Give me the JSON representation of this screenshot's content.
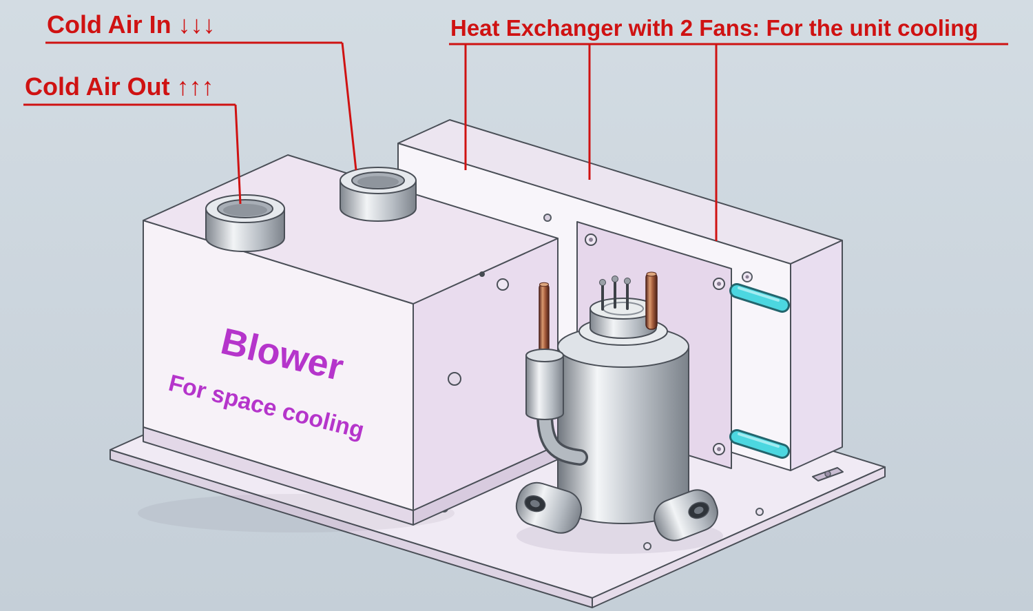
{
  "diagram": {
    "type": "annotated-3d-technical-illustration",
    "subject": "compact cooling unit (blower, heat exchanger, compressor) on base plate"
  },
  "annotations": {
    "cold_air_in": "Cold Air In ↓↓↓",
    "cold_air_out": "Cold Air Out ↑↑↑",
    "heat_exchanger": "Heat Exchanger with 2 Fans: For the unit cooling"
  },
  "machine": {
    "blower": {
      "title": "Blower",
      "subtitle": "For space cooling"
    }
  },
  "colors": {
    "annotation_red": "#cf1212",
    "blower_text_purple": "#b535cb",
    "panel_lavender": "#e6d7eb",
    "box_lavender_top": "#eee4f1",
    "pipe_cyan": "#4cd7e0",
    "pipe_copper": "#a85f3e",
    "metal_gray": "#9aa1a9",
    "background": "#ccd5dd",
    "outline_gray": "#4a4f57"
  }
}
